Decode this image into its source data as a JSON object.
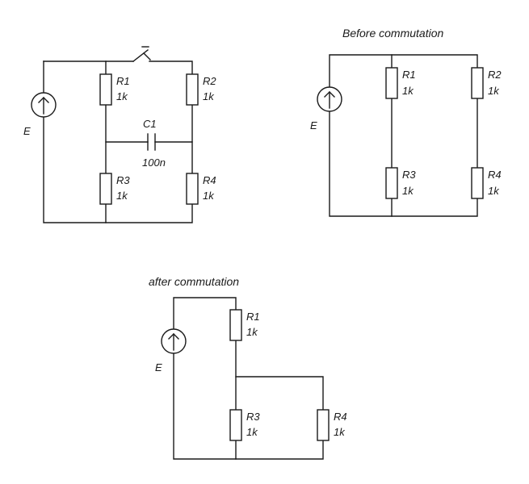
{
  "circuit1": {
    "source": "E",
    "r1_name": "R1",
    "r1_value": "1k",
    "r2_name": "R2",
    "r2_value": "1k",
    "r3_name": "R3",
    "r3_value": "1k",
    "r4_name": "R4",
    "r4_value": "1k",
    "c1_name": "C1",
    "c1_value": "100n"
  },
  "circuit2": {
    "title": "Before commutation",
    "source": "E",
    "r1_name": "R1",
    "r1_value": "1k",
    "r2_name": "R2",
    "r2_value": "1k",
    "r3_name": "R3",
    "r3_value": "1k",
    "r4_name": "R4",
    "r4_value": "1k"
  },
  "circuit3": {
    "title": "after commutation",
    "source": "E",
    "r1_name": "R1",
    "r1_value": "1k",
    "r3_name": "R3",
    "r3_value": "1k",
    "r4_name": "R4",
    "r4_value": "1k"
  }
}
